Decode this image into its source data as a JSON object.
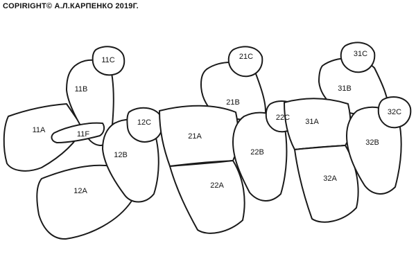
{
  "copyright": "COPIRIGHT© А.Л.КАРПЕНКО 2019Г.",
  "labels": {
    "l11C": "11C",
    "l11B": "11B",
    "l11A": "11A",
    "l11F": "11F",
    "l12C": "12C",
    "l12B": "12B",
    "l12A": "12A",
    "l21C": "21C",
    "l21B": "21B",
    "l21A": "21A",
    "l22C": "22C",
    "l22B": "22B",
    "l22A": "22A",
    "l31C": "31C",
    "l31B": "31B",
    "l31A": "31A",
    "l32C": "32C",
    "l32B": "32B",
    "l32A": "32A"
  }
}
